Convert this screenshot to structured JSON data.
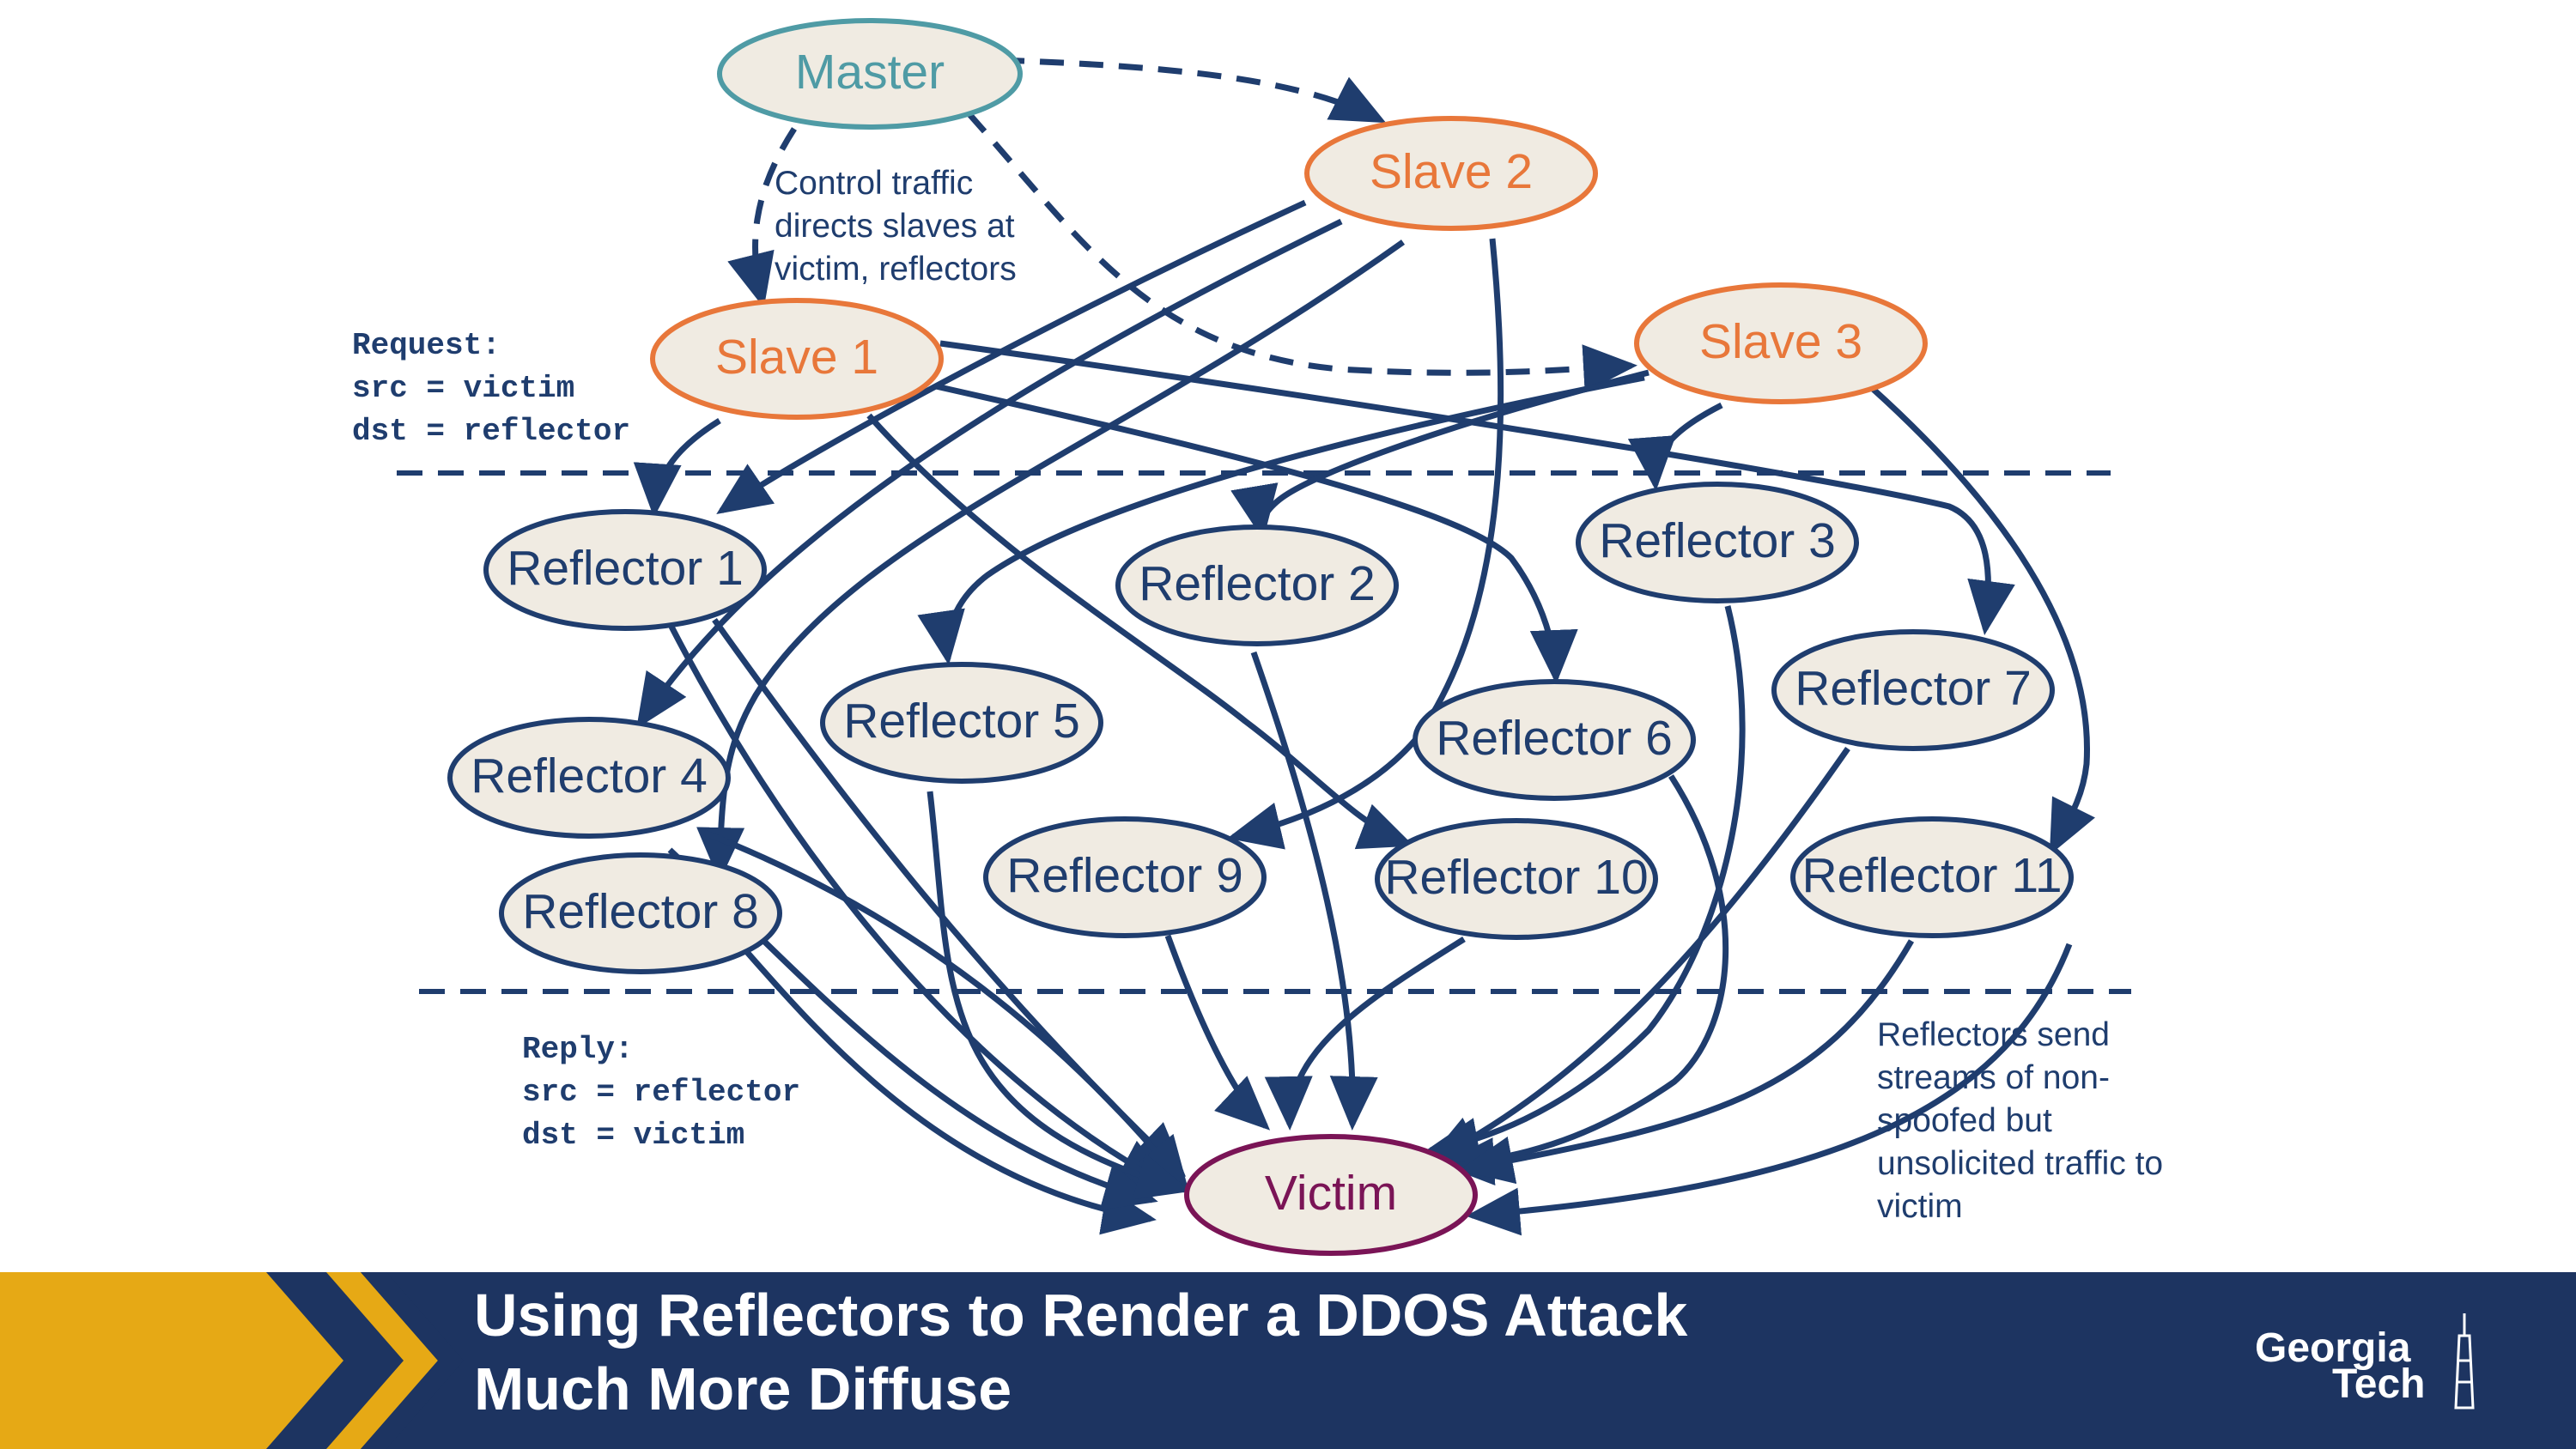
{
  "colors": {
    "navy": "#1f3d6e",
    "slave_border": "#e8773a",
    "slave_text": "#e8773a",
    "master_border": "#4f9ba5",
    "master_text": "#4f9ba5",
    "victim_border": "#7a1456",
    "victim_text": "#7a1456",
    "node_fill": "#f0ebe2",
    "footer_navy": "#1d3461",
    "footer_gold": "#e6a915"
  },
  "nodes": {
    "master": "Master",
    "slave1": "Slave 1",
    "slave2": "Slave 2",
    "slave3": "Slave 3",
    "reflector1": "Reflector 1",
    "reflector2": "Reflector 2",
    "reflector3": "Reflector 3",
    "reflector4": "Reflector 4",
    "reflector5": "Reflector 5",
    "reflector6": "Reflector 6",
    "reflector7": "Reflector 7",
    "reflector8": "Reflector 8",
    "reflector9": "Reflector 9",
    "reflector10": "Reflector 10",
    "reflector11": "Reflector 11",
    "victim": "Victim"
  },
  "annotations": {
    "control_note": [
      "Control traffic",
      "directs slaves at",
      "victim, reflectors"
    ],
    "request": [
      "Request:",
      "src = victim",
      "dst = reflector"
    ],
    "reply": [
      "Reply:",
      "src = reflector",
      "dst = victim"
    ],
    "reflector_note": [
      "Reflectors send",
      "streams of non-",
      "spoofed but",
      "unsolicited traffic to",
      "victim"
    ]
  },
  "footer": {
    "title_line1": "Using Reflectors to Render a DDOS Attack",
    "title_line2": "Much More Diffuse",
    "logo_line1": "Georgia",
    "logo_line2": "Tech"
  }
}
